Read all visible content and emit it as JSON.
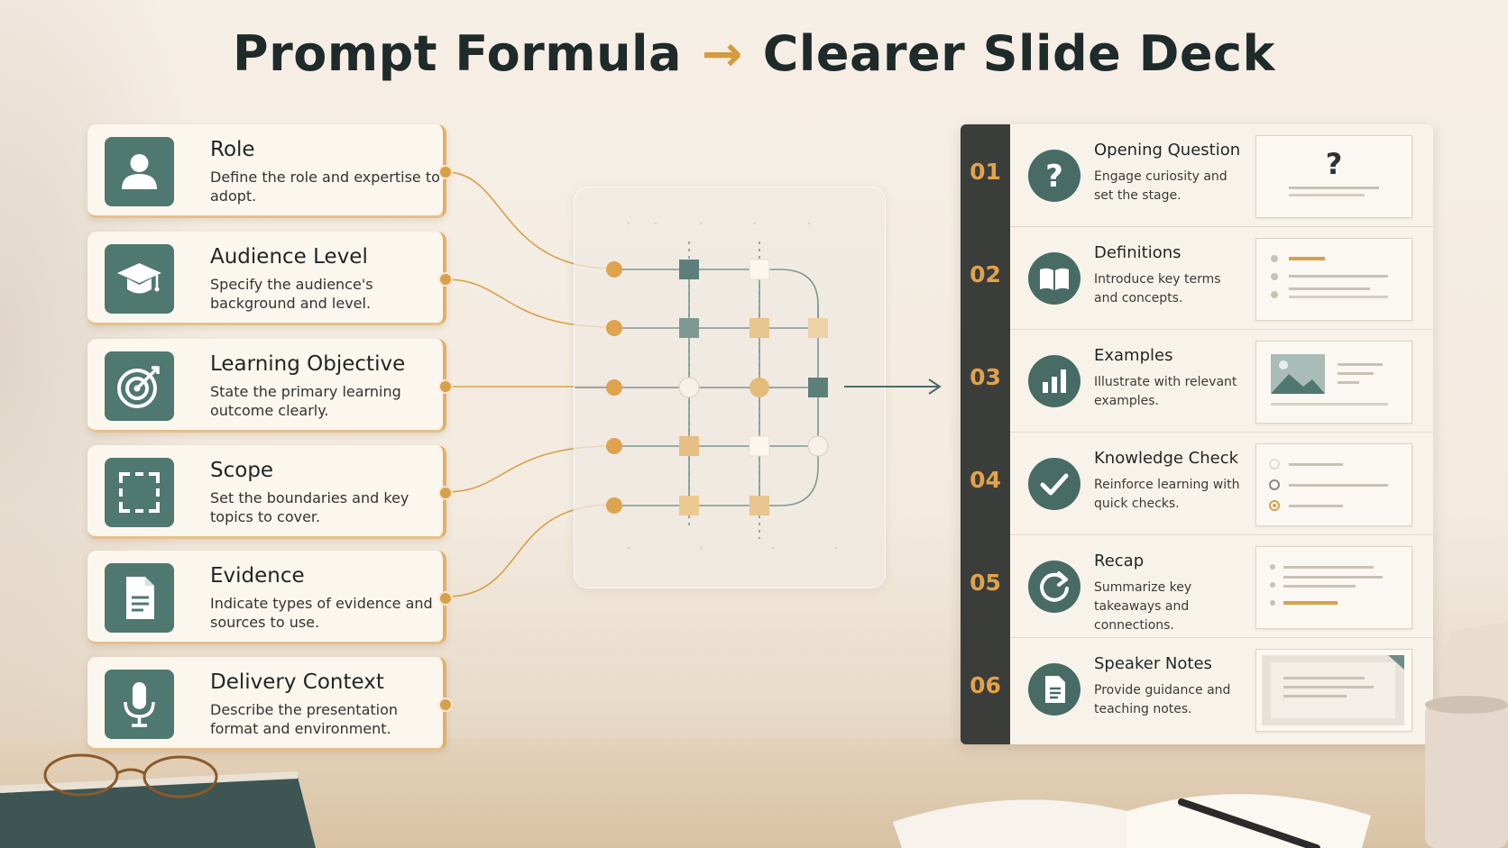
{
  "title": {
    "left": "Prompt Formula",
    "right": "Clearer Slide Deck"
  },
  "inputs": [
    {
      "name": "Role",
      "desc": "Define the role and expertise to adopt.",
      "icon": "user-icon"
    },
    {
      "name": "Audience Level",
      "desc": "Specify the audience's background and level.",
      "icon": "graduation-cap-icon"
    },
    {
      "name": "Learning Objective",
      "desc": "State the primary learning outcome clearly.",
      "icon": "target-icon"
    },
    {
      "name": "Scope",
      "desc": "Set the boundaries and key topics to cover.",
      "icon": "scope-frame-icon"
    },
    {
      "name": "Evidence",
      "desc": "Indicate types of evidence and sources to use.",
      "icon": "document-icon"
    },
    {
      "name": "Delivery Context",
      "desc": "Describe the presentation format and environment.",
      "icon": "microphone-icon"
    }
  ],
  "slides": [
    {
      "num": "01",
      "title": "Opening Question",
      "desc": "Engage curiosity and set the stage.",
      "icon": "question-icon"
    },
    {
      "num": "02",
      "title": "Definitions",
      "desc": "Introduce key terms and concepts.",
      "icon": "book-icon"
    },
    {
      "num": "03",
      "title": "Examples",
      "desc": "Illustrate with relevant examples.",
      "icon": "bar-chart-icon"
    },
    {
      "num": "04",
      "title": "Knowledge Check",
      "desc": "Reinforce learning with quick checks.",
      "icon": "checkmark-icon"
    },
    {
      "num": "05",
      "title": "Recap",
      "desc": "Summarize key takeaways and connections.",
      "icon": "refresh-icon"
    },
    {
      "num": "06",
      "title": "Speaker Notes",
      "desc": "Provide guidance and teaching notes.",
      "icon": "notes-icon"
    }
  ],
  "colors": {
    "teal": "#4f7870",
    "amber": "#d9a04a",
    "dark": "#3b3d3a",
    "cream": "#fbf6ee"
  }
}
